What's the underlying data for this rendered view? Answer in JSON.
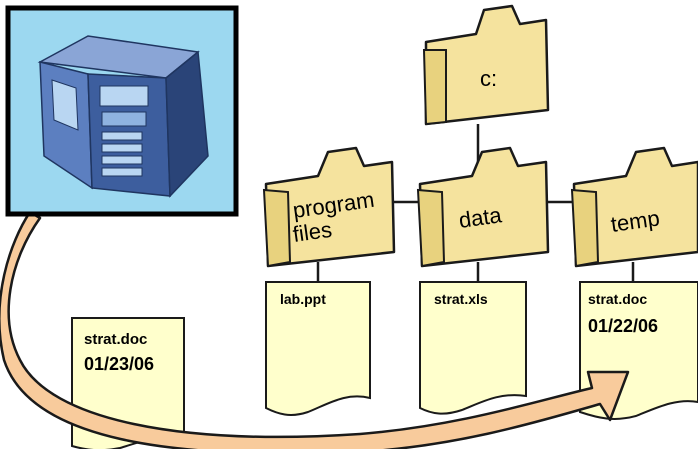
{
  "colors": {
    "folder_fill": "#F5E39E",
    "folder_edge": "#1a1a1a",
    "note_fill": "#FFFFCC",
    "arrow_fill": "#F8CB9C",
    "computer_bg": "#9CD8F0",
    "computer_frame": "#000000",
    "computer_body": "#3D5E9E"
  },
  "folders": {
    "root": "c:",
    "program_files_line1": "program",
    "program_files_line2": "files",
    "data": "data",
    "temp": "temp"
  },
  "files": {
    "lab": {
      "name": "lab.ppt"
    },
    "strat_xls": {
      "name": "strat.xls"
    },
    "temp_doc": {
      "name": "strat.doc",
      "date": "01/22/06"
    },
    "local_doc": {
      "name": "strat.doc",
      "date": "01/23/06"
    }
  },
  "icons": {
    "computer": "computer-tower-icon",
    "arrow": "curved-arrow-icon"
  }
}
